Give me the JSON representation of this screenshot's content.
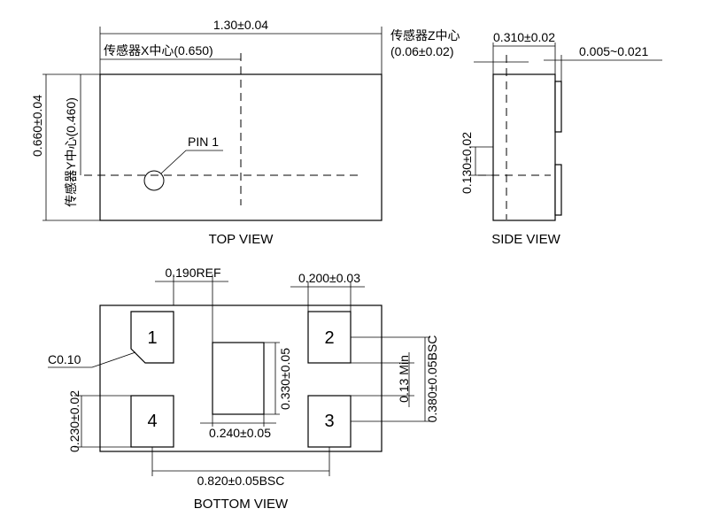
{
  "top_view": {
    "title": "TOP VIEW",
    "width_dim": "1.30±0.04",
    "height_dim": "0.660±0.04",
    "sensor_x_center": "传感器X中心(0.650)",
    "sensor_y_center": "传感器Y中心(0.460)",
    "pin1_label": "PIN 1"
  },
  "side_view": {
    "title": "SIDE VIEW",
    "sensor_z_center_line1": "传感器Z中心",
    "sensor_z_center_line2": "(0.06±0.02)",
    "thickness_dim": "0.310±0.02",
    "pad_offset_dim": "0.005~0.021",
    "height_dim": "0.130±0.02"
  },
  "bottom_view": {
    "title": "BOTTOM VIEW",
    "ref_dim": "0.190REF",
    "pad_width_dim": "0.200±0.03",
    "chamfer_dim": "C0.10",
    "center_pad_height_dim": "0.330±0.05",
    "center_pad_width_dim": "0.240±0.05",
    "pad_gap_dim": "0.13 Min",
    "pad_pitch_y_dim": "0.380±0.05BSC",
    "pad_height_dim": "0.230±0.02",
    "pad_pitch_x_dim": "0.820±0.05BSC",
    "pins": [
      "1",
      "2",
      "3",
      "4"
    ]
  }
}
